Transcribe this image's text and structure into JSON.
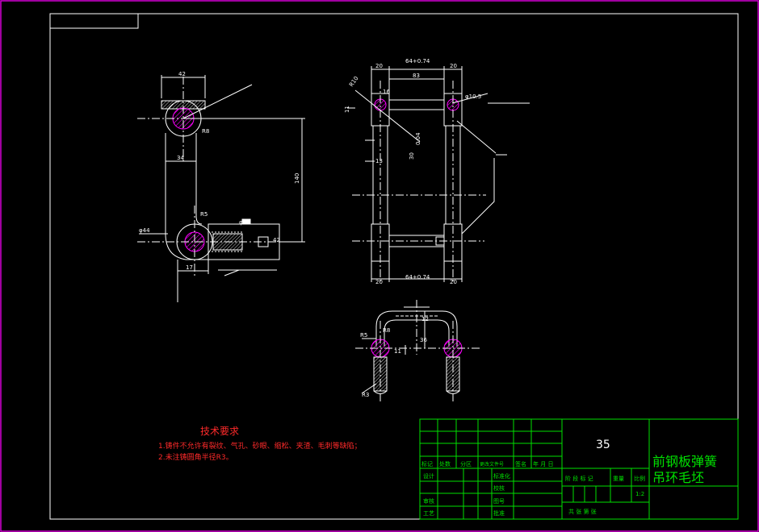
{
  "colors": {
    "border": "#d400d4",
    "title_block": "#00e000",
    "geometry": "#ffffff",
    "text_dims": "#ffffff",
    "hatch": "#ff00ff",
    "requirements": "#ff2a2a",
    "drawing_number": "#ffffff"
  },
  "drawing": {
    "drawing_number": "35",
    "name_line1": "前钢板弹簧",
    "name_line2": "吊环毛坯",
    "scale": "1:2"
  },
  "title_block": {
    "rev_row": [
      "标记",
      "处数",
      "分区",
      "更改文件号",
      "签名",
      "年 月 日"
    ],
    "design": "设计",
    "review": "审核",
    "process": "工艺",
    "standardization": "标准化",
    "stage_mark": "阶 段 标 记",
    "weight": "重量",
    "ratio": "比例",
    "sheets": "共    张    第    张",
    "check_label": "校核",
    "approved_label": "批准",
    "drawing_no_label": "图号"
  },
  "tech_requirements": {
    "title": "技术要求",
    "items": [
      "1.铸件不允许有裂纹、气孔、砂眼、缩松、夹渣、毛刺等缺陷；",
      "2.未注铸圆角半径R3。"
    ]
  },
  "dimensions": {
    "left_view": [
      "42",
      "R8",
      "34",
      "R5",
      "17",
      "φ44",
      "φ32",
      "42",
      "140"
    ],
    "front_view": [
      "20",
      "64+0.74",
      "20",
      "83",
      "R10",
      "16",
      "11",
      "φ10.5",
      "30",
      "0.04",
      "13",
      "20",
      "64+0.74",
      "20"
    ],
    "bottom_view": [
      "R5",
      "R8",
      "12",
      "36",
      "11",
      "R3"
    ]
  }
}
